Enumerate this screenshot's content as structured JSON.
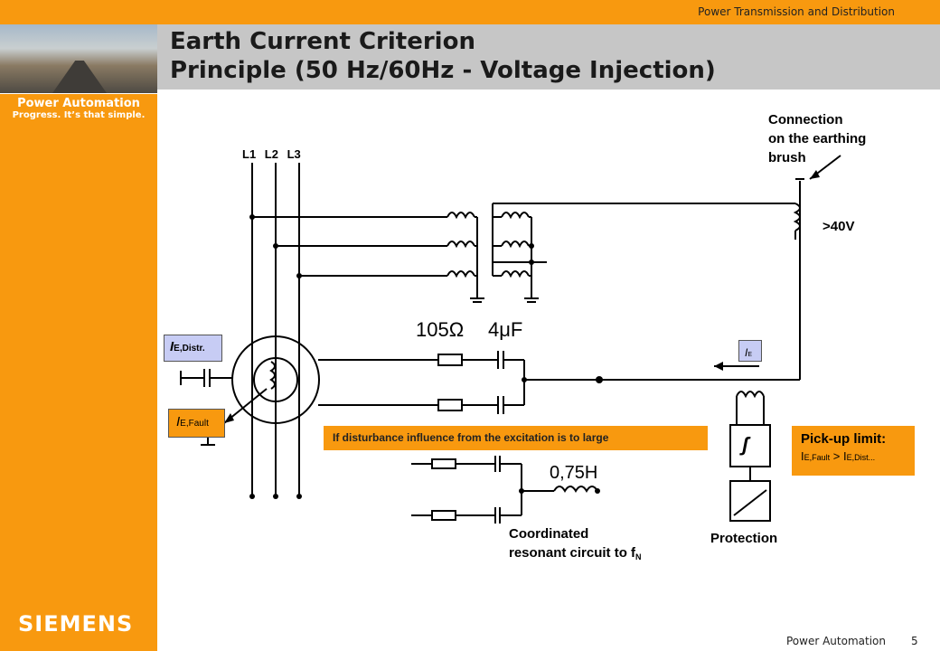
{
  "header": {
    "division": "Power Transmission and Distribution",
    "title_line1": "Earth Current Criterion",
    "title_line2": "Principle (50 Hz/60Hz - Voltage Injection)"
  },
  "branding": {
    "product": "Power Automation",
    "tagline": "Progress. It’s that simple.",
    "company": "SIEMENS"
  },
  "footer": {
    "text": "Power Automation",
    "page_number": "5"
  },
  "diagram": {
    "phase_labels": [
      "L1",
      "L2",
      "L3"
    ],
    "connection_note": [
      "Connection",
      "on the earthing",
      "brush"
    ],
    "voltage": ">40V",
    "resistor_value": "105Ω",
    "capacitor_value": "4μF",
    "ie_distr_main": "I",
    "ie_distr_sub": "E,Distr.",
    "ie_fault_main": "I",
    "ie_fault_sub": "E,Fault",
    "ie_box_main": "I",
    "ie_box_sub": "E",
    "disturbance_note": "If disturbance influence from the excitation is to large",
    "inductor_value": "0,75H",
    "resonant_line1": "Coordinated",
    "resonant_line2": "resonant circuit to f",
    "resonant_sub": "N",
    "protection_label": "Protection",
    "pickup_title": "Pick-up limit:",
    "pickup_lhs_main": "I",
    "pickup_lhs_sub": "E,Fault",
    "pickup_op": " > ",
    "pickup_rhs_main": "I",
    "pickup_rhs_sub": "E,Dist..."
  },
  "colors": {
    "orange": "#f8990f",
    "title_gray": "#c6c6c6",
    "label_blue": "#c7ccf4",
    "note_orange": "#f8990f"
  }
}
